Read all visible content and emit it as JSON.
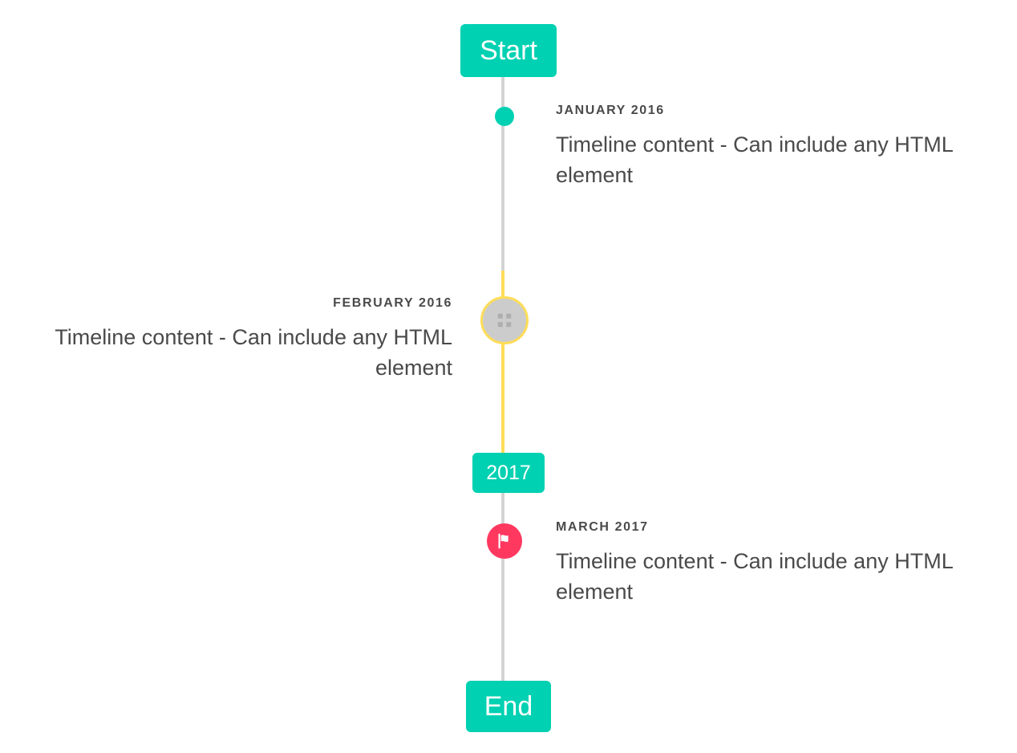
{
  "colors": {
    "primary": "#00d1b2",
    "warning": "#ffdd57",
    "danger": "#ff3860",
    "rail": "#d3d3d3",
    "text": "#4a4a4a",
    "background": "#ffffff"
  },
  "header": {
    "start_label": "Start"
  },
  "footer": {
    "end_label": "End"
  },
  "divider": {
    "year_label": "2017"
  },
  "items": [
    {
      "id": "january-2016",
      "heading": "JANUARY 2016",
      "body": "Timeline content - Can include any HTML element",
      "side": "right",
      "marker": "dot-icon",
      "marker_color": "#00d1b2"
    },
    {
      "id": "february-2016",
      "heading": "FEBRUARY 2016",
      "body": "Timeline content - Can include any HTML element",
      "side": "left",
      "marker": "broken-image-icon",
      "marker_color": "#cccccc",
      "marker_ring_color": "#ffdd57"
    },
    {
      "id": "march-2017",
      "heading": "MARCH 2017",
      "body": "Timeline content - Can include any HTML element",
      "side": "right",
      "marker": "flag-icon",
      "marker_color": "#ff3860"
    }
  ]
}
